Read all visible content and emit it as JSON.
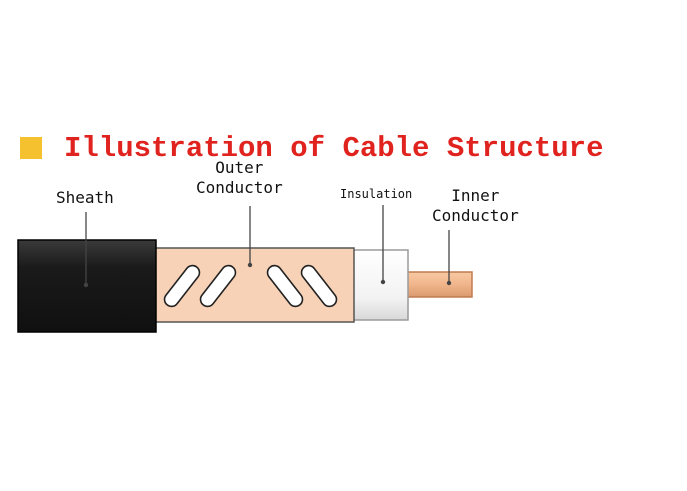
{
  "title": "Illustration of Cable Structure",
  "labels": {
    "sheath": "Sheath",
    "outer_conductor_line1": "Outer",
    "outer_conductor_line2": "Conductor",
    "insulation": "Insulation",
    "inner_conductor_line1": "Inner",
    "inner_conductor_line2": "Conductor"
  },
  "colors": {
    "bullet": "#f6c12f",
    "title": "#e0231e",
    "sheath": "#1e1e1e",
    "outer_conductor": "#f6d0b3",
    "inner_conductor": "#f3b98e",
    "insulation": "#ffffff"
  }
}
